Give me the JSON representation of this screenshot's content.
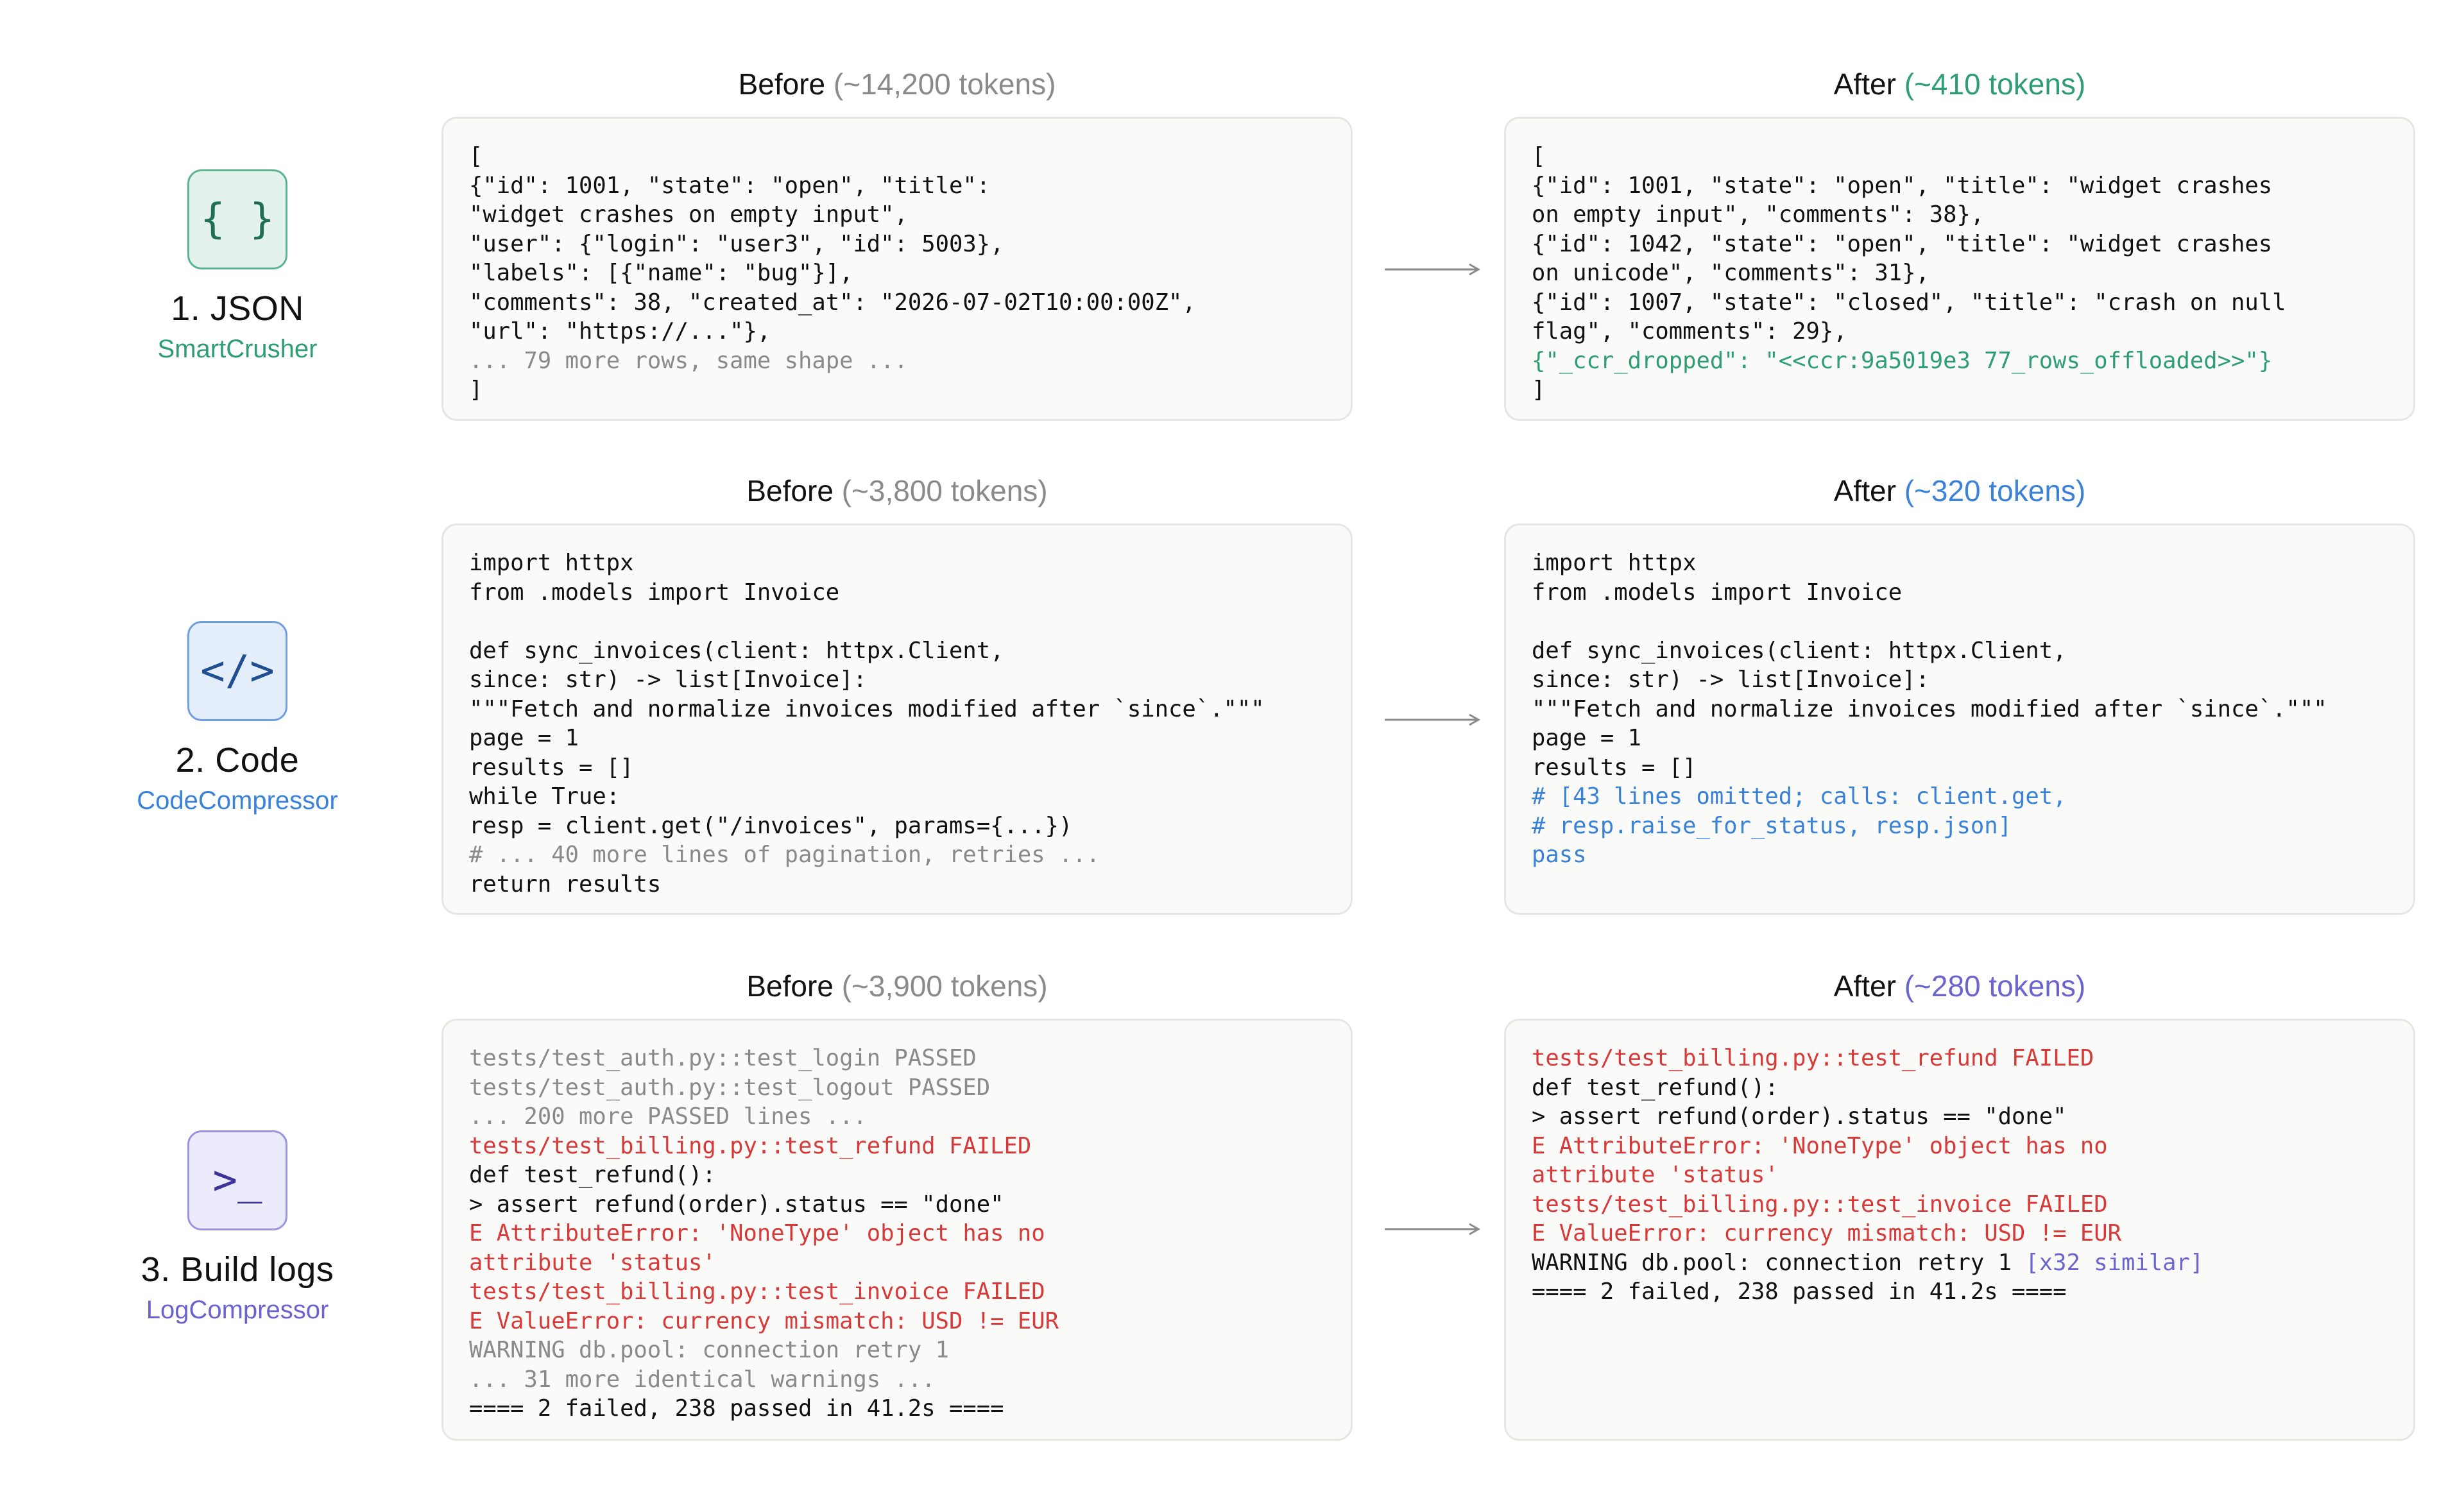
{
  "rows": [
    {
      "icon_glyph": "{ }",
      "icon_name": "json-braces-icon",
      "title": "1. JSON",
      "subtitle": "SmartCrusher",
      "before_label": "Before",
      "before_tokens": "(~14,200 tokens)",
      "after_label": "After",
      "after_tokens": "(~410 tokens)",
      "before_lines": [
        {
          "text": "[",
          "style": "normal"
        },
        {
          "text": "{\"id\": 1001, \"state\": \"open\", \"title\":",
          "style": "normal"
        },
        {
          "text": "\"widget crashes on empty input\",",
          "style": "normal"
        },
        {
          "text": "\"user\": {\"login\": \"user3\", \"id\": 5003},",
          "style": "normal"
        },
        {
          "text": "\"labels\": [{\"name\": \"bug\"}],",
          "style": "normal"
        },
        {
          "text": "\"comments\": 38, \"created_at\": \"2026-07-02T10:00:00Z\",",
          "style": "normal"
        },
        {
          "text": "\"url\": \"https://...\"},",
          "style": "normal"
        },
        {
          "text": "... 79 more rows, same shape ...",
          "style": "dim"
        },
        {
          "text": "]",
          "style": "normal"
        }
      ],
      "after_lines": [
        {
          "text": "[",
          "style": "normal"
        },
        {
          "text": "{\"id\": 1001, \"state\": \"open\", \"title\": \"widget crashes",
          "style": "normal"
        },
        {
          "text": "on empty input\", \"comments\": 38},",
          "style": "normal"
        },
        {
          "text": "{\"id\": 1042, \"state\": \"open\", \"title\": \"widget crashes",
          "style": "normal"
        },
        {
          "text": "on unicode\", \"comments\": 31},",
          "style": "normal"
        },
        {
          "text": "{\"id\": 1007, \"state\": \"closed\", \"title\": \"crash on null",
          "style": "normal"
        },
        {
          "text": "flag\", \"comments\": 29},",
          "style": "normal"
        },
        {
          "text": "{\"_ccr_dropped\": \"<<ccr:9a5019e3 77_rows_offloaded>>\"}",
          "style": "green"
        },
        {
          "text": "]",
          "style": "normal"
        }
      ]
    },
    {
      "icon_glyph": "</>",
      "icon_name": "code-brackets-icon",
      "title": "2. Code",
      "subtitle": "CodeCompressor",
      "before_label": "Before",
      "before_tokens": "(~3,800 tokens)",
      "after_label": "After",
      "after_tokens": "(~320 tokens)",
      "before_lines": [
        {
          "text": "import httpx",
          "style": "normal"
        },
        {
          "text": "from .models import Invoice",
          "style": "normal"
        },
        {
          "text": "",
          "style": "normal"
        },
        {
          "text": "def sync_invoices(client: httpx.Client,",
          "style": "normal"
        },
        {
          "text": "since: str) -> list[Invoice]:",
          "style": "normal"
        },
        {
          "text": "\"\"\"Fetch and normalize invoices modified after `since`.\"\"\"",
          "style": "normal"
        },
        {
          "text": "page = 1",
          "style": "normal"
        },
        {
          "text": "results = []",
          "style": "normal"
        },
        {
          "text": "while True:",
          "style": "normal"
        },
        {
          "text": "resp = client.get(\"/invoices\", params={...})",
          "style": "normal"
        },
        {
          "text": "# ... 40 more lines of pagination, retries ...",
          "style": "dim"
        },
        {
          "text": "return results",
          "style": "normal"
        }
      ],
      "after_lines": [
        {
          "text": "import httpx",
          "style": "normal"
        },
        {
          "text": "from .models import Invoice",
          "style": "normal"
        },
        {
          "text": "",
          "style": "normal"
        },
        {
          "text": "def sync_invoices(client: httpx.Client,",
          "style": "normal"
        },
        {
          "text": "since: str) -> list[Invoice]:",
          "style": "normal"
        },
        {
          "text": "\"\"\"Fetch and normalize invoices modified after `since`.\"\"\"",
          "style": "normal"
        },
        {
          "text": "page = 1",
          "style": "normal"
        },
        {
          "text": "results = []",
          "style": "normal"
        },
        {
          "text": "# [43 lines omitted; calls: client.get,",
          "style": "blue"
        },
        {
          "text": "# resp.raise_for_status, resp.json]",
          "style": "blue"
        },
        {
          "text": "pass",
          "style": "blue"
        }
      ]
    },
    {
      "icon_glyph": ">_",
      "icon_name": "terminal-prompt-icon",
      "title": "3. Build logs",
      "subtitle": "LogCompressor",
      "before_label": "Before",
      "before_tokens": "(~3,900 tokens)",
      "after_label": "After",
      "after_tokens": "(~280 tokens)",
      "before_lines": [
        {
          "text": "tests/test_auth.py::test_login PASSED",
          "style": "dim"
        },
        {
          "text": "tests/test_auth.py::test_logout PASSED",
          "style": "dim"
        },
        {
          "text": "... 200 more PASSED lines ...",
          "style": "dim"
        },
        {
          "text": "tests/test_billing.py::test_refund FAILED",
          "style": "red"
        },
        {
          "text": "def test_refund():",
          "style": "normal"
        },
        {
          "text": "> assert refund(order).status == \"done\"",
          "style": "normal"
        },
        {
          "text": "E AttributeError: 'NoneType' object has no",
          "style": "red"
        },
        {
          "text": "attribute 'status'",
          "style": "red"
        },
        {
          "text": "tests/test_billing.py::test_invoice FAILED",
          "style": "red"
        },
        {
          "text": "E ValueError: currency mismatch: USD != EUR",
          "style": "red"
        },
        {
          "text": "WARNING db.pool: connection retry 1",
          "style": "dim"
        },
        {
          "text": "... 31 more identical warnings ...",
          "style": "dim"
        },
        {
          "text": "==== 2 failed, 238 passed in 41.2s ====",
          "style": "normal"
        }
      ],
      "after_lines": [
        {
          "text": "tests/test_billing.py::test_refund FAILED",
          "style": "red"
        },
        {
          "text": "def test_refund():",
          "style": "normal"
        },
        {
          "text": "> assert refund(order).status == \"done\"",
          "style": "normal"
        },
        {
          "text": "E AttributeError: 'NoneType' object has no",
          "style": "red"
        },
        {
          "text": "attribute 'status'",
          "style": "red"
        },
        {
          "text": "tests/test_billing.py::test_invoice FAILED",
          "style": "red"
        },
        {
          "text": "E ValueError: currency mismatch: USD != EUR",
          "style": "red"
        },
        {
          "text": "WARNING db.pool: connection retry 1",
          "style": "normal",
          "suffix": " [x32 similar]",
          "suffix_style": "purple"
        },
        {
          "text": "==== 2 failed, 238 passed in 41.2s ====",
          "style": "normal"
        }
      ]
    }
  ],
  "colors": {
    "json_accent": "#2e9e72",
    "code_accent": "#3a82d8",
    "logs_accent": "#6b64cf",
    "error_red": "#d83a3a",
    "dim_gray": "#8a8a8a",
    "panel_bg": "#fafaf9",
    "panel_border": "#e6e6e3"
  }
}
